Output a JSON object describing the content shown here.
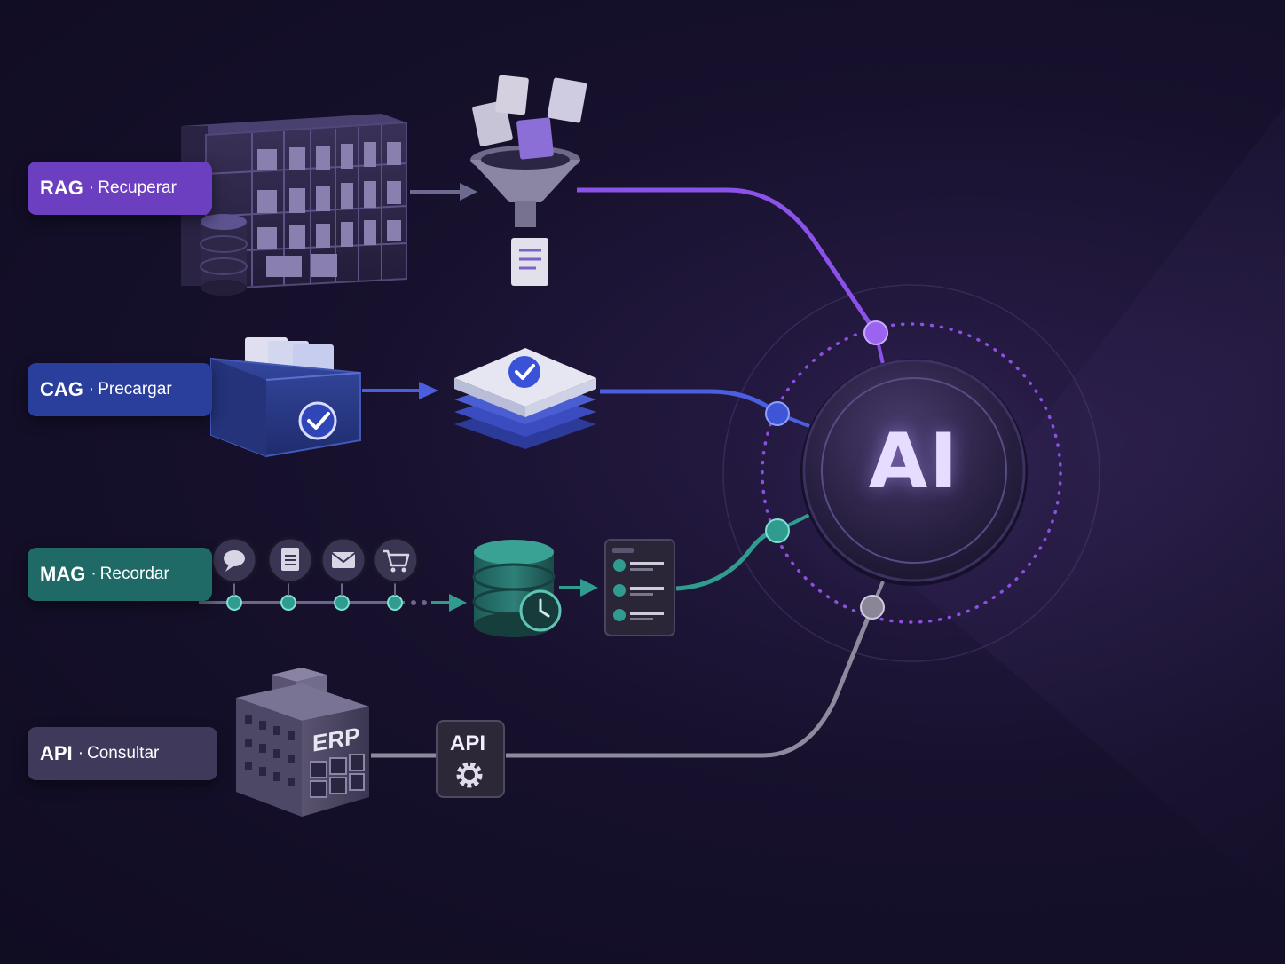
{
  "center": {
    "label": "AI"
  },
  "sources": [
    {
      "id": "rag",
      "code": "RAG",
      "separator": "·",
      "action": "Recuperar",
      "color": "#7b4fd6"
    },
    {
      "id": "cag",
      "code": "CAG",
      "separator": "·",
      "action": "Precargar",
      "color": "#3a55d0"
    },
    {
      "id": "mag",
      "code": "MAG",
      "separator": "·",
      "action": "Recordar",
      "color": "#2f9c8f"
    },
    {
      "id": "api",
      "code": "API",
      "separator": "·",
      "action": "Consultar",
      "color": "#9a96a8"
    }
  ],
  "erp": {
    "label": "ERP"
  },
  "api_box": {
    "label": "API"
  },
  "icons": [
    "file-cabinet-icon",
    "database-icon",
    "funnel-icon",
    "document-icon",
    "box-icon",
    "check-icon",
    "layers-icon",
    "chat-icon",
    "mail-icon",
    "cart-icon",
    "clock-icon",
    "list-icon",
    "building-icon",
    "gear-icon"
  ]
}
